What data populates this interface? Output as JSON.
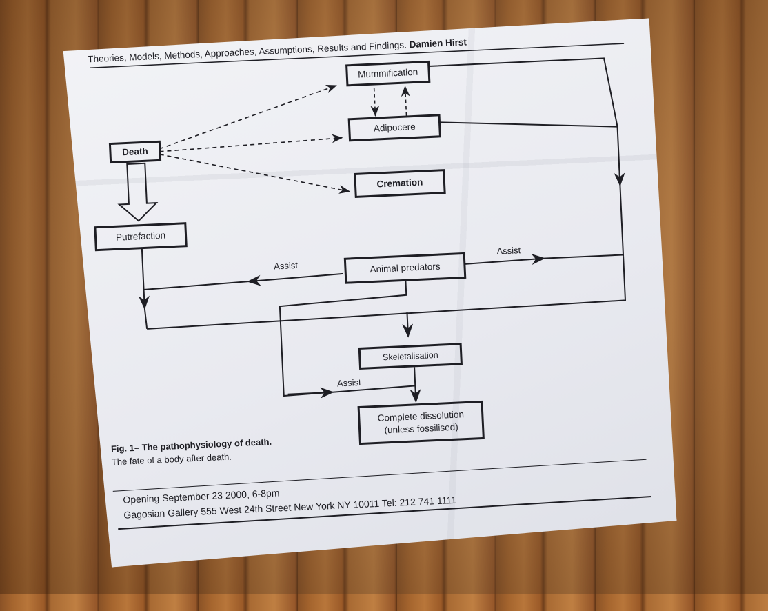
{
  "header": {
    "title": "Theories, Models, Methods, Approaches, Assumptions, Results and Findings.",
    "artist": "Damien Hirst"
  },
  "diagram": {
    "nodes": {
      "death": "Death",
      "mummification": "Mummification",
      "adipocere": "Adipocere",
      "cremation": "Cremation",
      "putrefaction": "Putrefaction",
      "animal_predators": "Animal predators",
      "skeletalisation": "Skeletalisation",
      "dissolution_line1": "Complete dissolution",
      "dissolution_line2": "(unless fossilised)"
    },
    "edge_labels": {
      "assist_left": "Assist",
      "assist_right": "Assist",
      "assist_bottom": "Assist"
    }
  },
  "caption": {
    "title": "Fig. 1– The pathophysiology of death.",
    "subtitle": "The fate of a body after death."
  },
  "footer": {
    "opening": "Opening September 23 2000, 6-8pm",
    "address": "Gagosian Gallery  555 West 24th Street  New York  NY 10011  Tel: 212 741 1111"
  }
}
